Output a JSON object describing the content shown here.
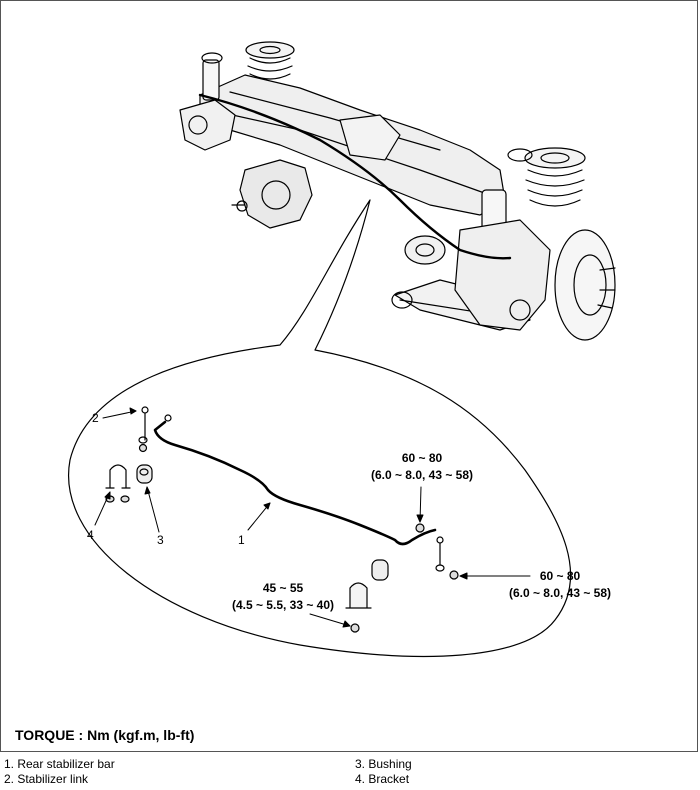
{
  "callouts": {
    "c1": "1",
    "c2": "2",
    "c3": "3",
    "c4": "4"
  },
  "torques": {
    "upper_right": {
      "range": "60 ~ 80",
      "detail": "(6.0 ~ 8.0, 43 ~ 58)"
    },
    "lower_right": {
      "range": "60 ~ 80",
      "detail": "(6.0 ~ 8.0, 43 ~ 58)"
    },
    "bottom": {
      "range": "45 ~ 55",
      "detail": "(4.5 ~ 5.5, 33 ~ 40)"
    }
  },
  "torque_title": "TORQUE : Nm (kgf.m, lb-ft)",
  "legend": [
    {
      "text": "1. Rear stabilizer bar"
    },
    {
      "text": "2. Stabilizer link"
    },
    {
      "text": "3. Bushing"
    },
    {
      "text": "4. Bracket"
    }
  ]
}
